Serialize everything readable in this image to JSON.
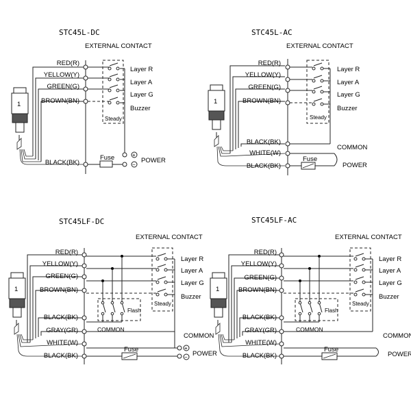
{
  "diagrams": [
    {
      "title": "STC45L-DC",
      "external_contact": "EXTERNAL CONTACT",
      "wires": [
        "RED(R)",
        "YELLOW(Y)",
        "GREEN(G)",
        "BROWN(BN)"
      ],
      "outputs": [
        "Layer R",
        "Layer A",
        "Layer G",
        "Buzzer"
      ],
      "steady": "Steady",
      "black": "BLACK(BK)",
      "fuse": "Fuse",
      "power": "POWER",
      "plus": "+",
      "minus": "−",
      "unit_number": "1"
    },
    {
      "title": "STC45L-AC",
      "external_contact": "EXTERNAL CONTACT",
      "wires": [
        "RED(R)",
        "YELLOW(Y)",
        "GREEN(G)",
        "BROWN(BN)"
      ],
      "outputs": [
        "Layer R",
        "Layer A",
        "Layer G",
        "Buzzer"
      ],
      "steady": "Steady",
      "black_common": "BLACK(BK)",
      "common": "COMMON",
      "white": "WHITE(W)",
      "black": "BLACK(BK)",
      "fuse": "Fuse",
      "power": "POWER",
      "unit_number": "1"
    },
    {
      "title": "STC45LF-DC",
      "external_contact": "EXTERNAL CONTACT",
      "wires": [
        "RED(R)",
        "YELLOW(Y)",
        "GREEN(G)",
        "BROWN(BN)"
      ],
      "outputs": [
        "Layer R",
        "Layer A",
        "Layer G",
        "Buzzer"
      ],
      "steady": "Steady",
      "flash": "Flash",
      "black_common": "BLACK(BK)",
      "common_inner": "COMMON",
      "gray": "GRAY(GR)",
      "common": "COMMON",
      "white": "WHITE(W)",
      "black": "BLACK(BK)",
      "fuse": "Fuse",
      "power": "POWER",
      "plus": "+",
      "minus": "−",
      "unit_number": "1"
    },
    {
      "title": "STC45LF-AC",
      "external_contact": "EXTERNAL CONTACT",
      "wires": [
        "RED(R)",
        "YELLOW(Y)",
        "GREEN(G)",
        "BROWN(BN)"
      ],
      "outputs": [
        "Layer R",
        "Layer A",
        "Layer G",
        "Buzzer"
      ],
      "steady": "Steady",
      "flash": "Flash",
      "black_common": "BLACK(BK)",
      "common_inner": "COMMON",
      "gray": "GRAY(GR)",
      "common": "COMMON",
      "white": "WHITE(W)",
      "black": "BLACK(BK)",
      "fuse": "Fuse",
      "power": "POWER",
      "unit_number": "1"
    }
  ]
}
